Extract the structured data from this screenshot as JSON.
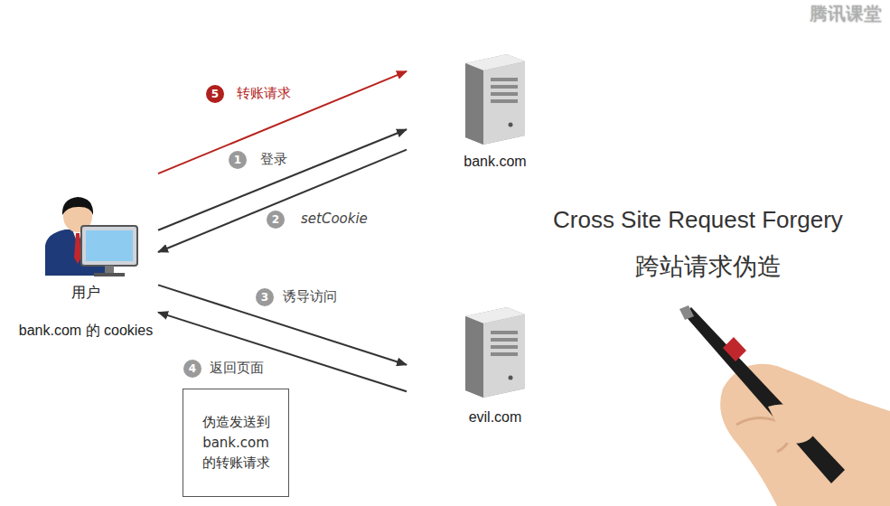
{
  "diagram": {
    "nodes": [
      {
        "text": [
          "bank.com"
        ]
      },
      {
        "text": [
          "用户",
          "bank.com 的 cookies"
        ]
      },
      {
        "text": [
          "evil.com"
        ]
      },
      {
        "text": [
          "伪造发送到 bank.com 的转账请求"
        ]
      }
    ],
    "edges": [
      {
        "from": 1,
        "to": 0,
        "label": "转账请求",
        "arrow": "to"
      },
      {
        "from": 1,
        "to": 0,
        "label": "登录",
        "arrow": "to"
      },
      {
        "from": 0,
        "to": 1,
        "label": "setCookie",
        "arrow": "to"
      },
      {
        "from": 1,
        "to": 2,
        "label": "诱导访问",
        "arrow": "to"
      },
      {
        "from": 2,
        "to": 1,
        "label": "返回页面",
        "arrow": "to"
      }
    ],
    "labels": [
      "腾讯课堂",
      "5",
      "1",
      "2",
      "3",
      "4",
      "Cross Site Request Forgery",
      "跨站请求伪造"
    ]
  }
}
